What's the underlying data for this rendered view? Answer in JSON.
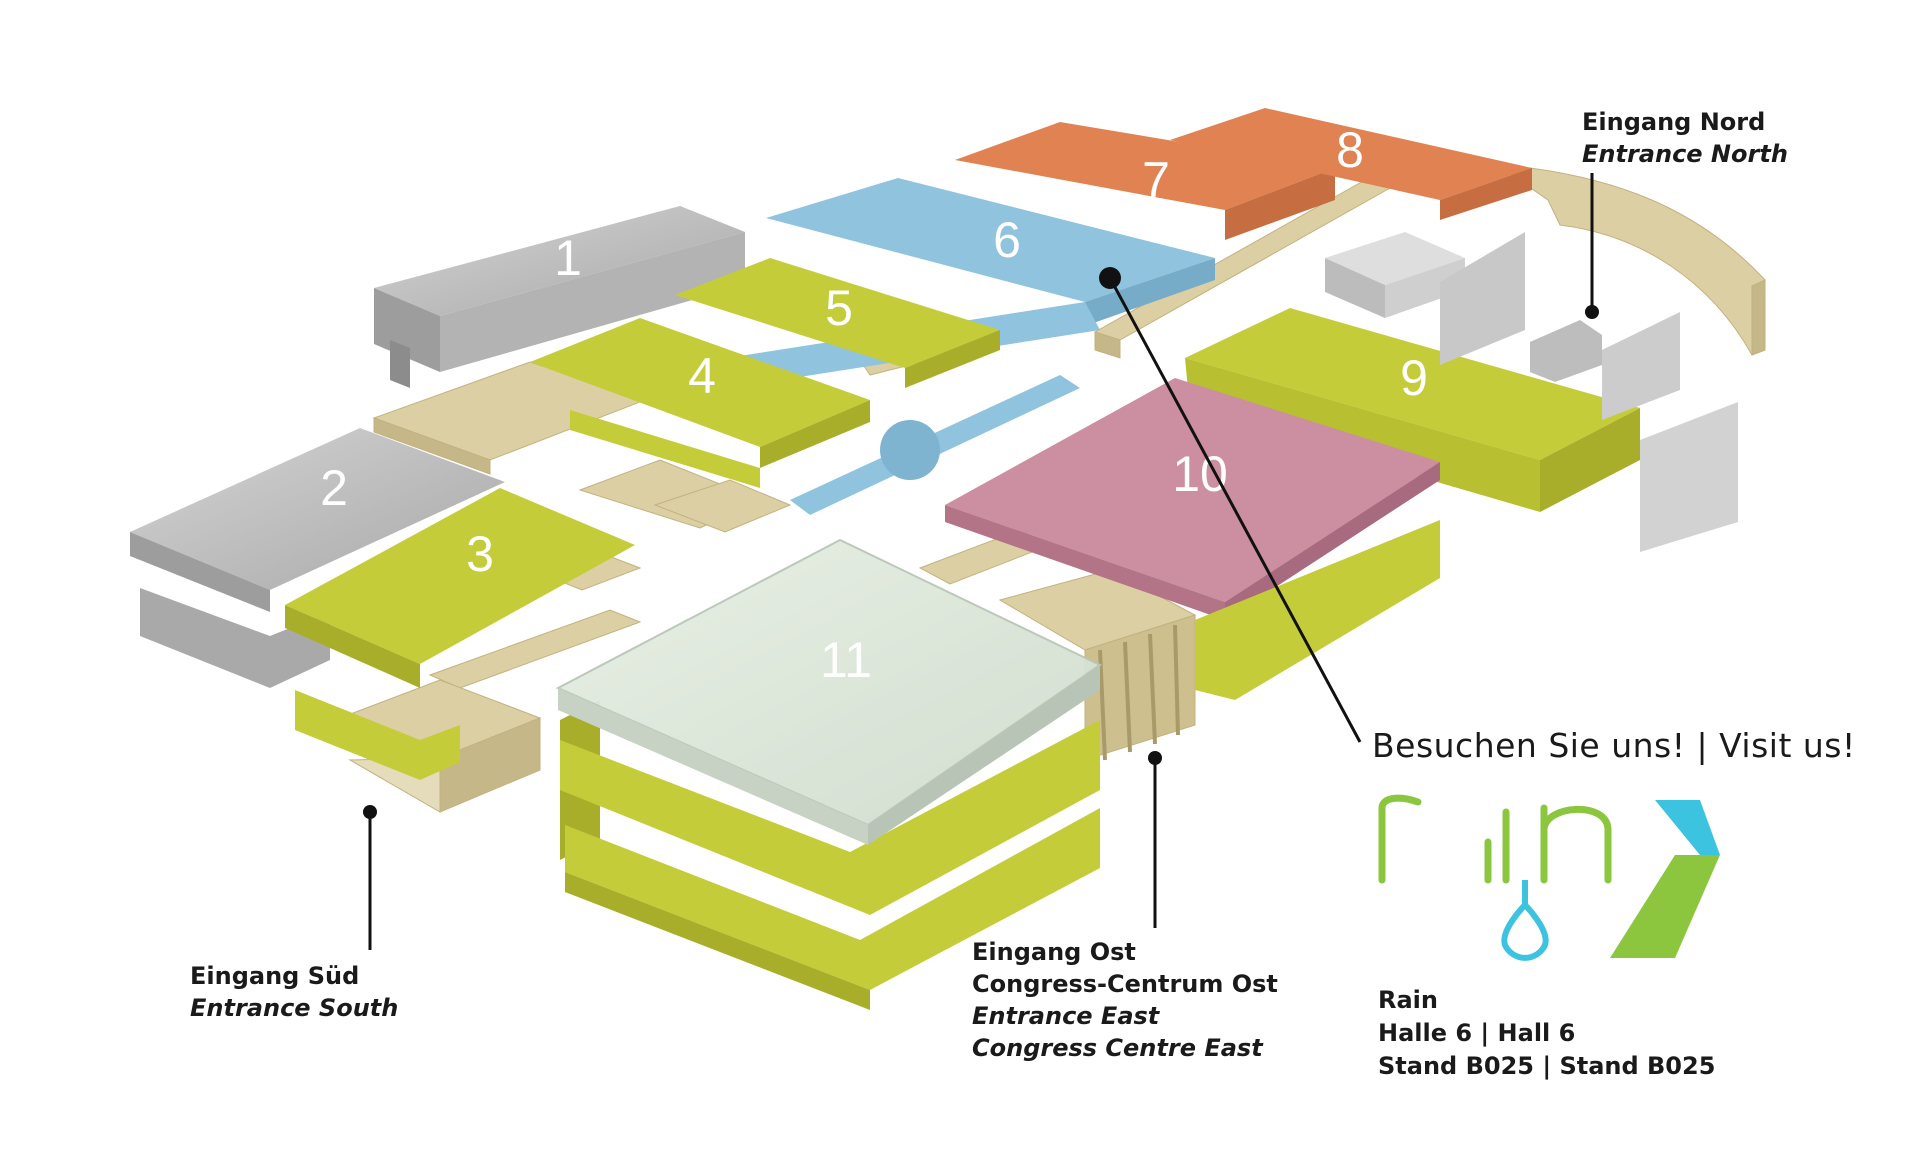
{
  "map": {
    "halls": [
      {
        "id": "1",
        "label": "1",
        "color": "#b9b9b9"
      },
      {
        "id": "2",
        "label": "2",
        "color": "#b9b9b9"
      },
      {
        "id": "3",
        "label": "3",
        "color": "#c5cc3a"
      },
      {
        "id": "4",
        "label": "4",
        "color": "#c5cc3a"
      },
      {
        "id": "5",
        "label": "5",
        "color": "#c5cc3a"
      },
      {
        "id": "6",
        "label": "6",
        "color": "#8fc3de"
      },
      {
        "id": "7",
        "label": "7",
        "color": "#e08251"
      },
      {
        "id": "8",
        "label": "8",
        "color": "#e08251"
      },
      {
        "id": "9",
        "label": "9",
        "color": "#c5cc3a"
      },
      {
        "id": "10",
        "label": "10",
        "color": "#cc8ea1"
      },
      {
        "id": "11",
        "label": "11",
        "color": "#dde6da"
      }
    ],
    "connector_color": "#dccfa3",
    "highlight_hall": "6"
  },
  "entrances": {
    "north": {
      "de": "Eingang Nord",
      "en": "Entrance North"
    },
    "south": {
      "de": "Eingang Süd",
      "en": "Entrance South"
    },
    "east": {
      "de": "Eingang Ost",
      "de2": "Congress-Centrum Ost",
      "en": "Entrance East",
      "en2": "Congress Centre East"
    }
  },
  "callout": {
    "text": "Besuchen Sie uns! | Visit us!"
  },
  "brand": {
    "wordmark": "rain",
    "green": "#8cc63f",
    "blue": "#3cc3df"
  },
  "stand_info": {
    "company": "Rain",
    "hall": "Halle 6 | Hall 6",
    "stand": "Stand B025 | Stand B025"
  }
}
